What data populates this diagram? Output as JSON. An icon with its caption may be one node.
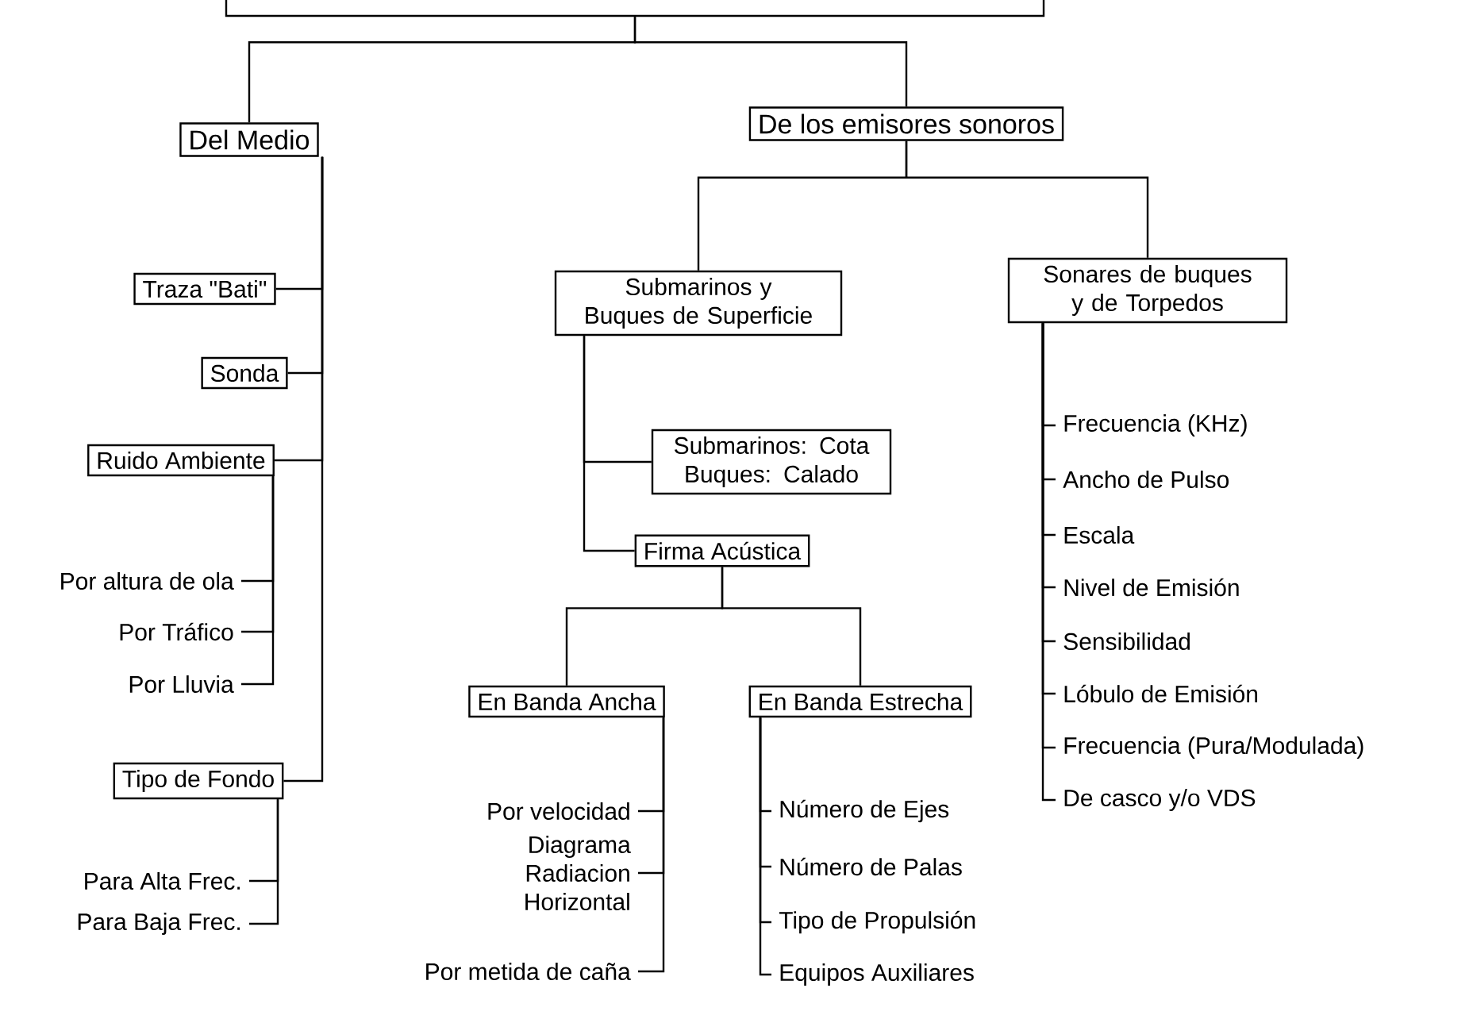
{
  "diagram": {
    "nodes": [
      {
        "text": [],
        "shape": "box"
      },
      {
        "text": [
          "Del Medio"
        ]
      },
      {
        "text": [
          "De los emisores sonoros"
        ]
      },
      {
        "text": [
          "Traza \"Bati\""
        ]
      },
      {
        "text": [
          "Sonda"
        ]
      },
      {
        "text": [
          "Ruido Ambiente"
        ]
      },
      {
        "text": [
          "Por altura de ola"
        ]
      },
      {
        "text": [
          "Por Tráfico"
        ]
      },
      {
        "text": [
          "Por Lluvia"
        ]
      },
      {
        "text": [
          "Tipo de Fondo"
        ]
      },
      {
        "text": [
          "Para Alta Frec."
        ]
      },
      {
        "text": [
          "Para Baja Frec."
        ]
      },
      {
        "text": [
          "Submarinos y Buques de Superficie"
        ]
      },
      {
        "text": [
          "Sonares de buques y de Torpedos"
        ]
      },
      {
        "text": [
          "Submarinos: Cota Buques: Calado"
        ]
      },
      {
        "text": [
          "Firma Acústica"
        ]
      },
      {
        "text": [
          "En Banda Ancha"
        ]
      },
      {
        "text": [
          "En Banda Estrecha"
        ]
      },
      {
        "text": [
          "Por velocidad"
        ]
      },
      {
        "text": [
          "Diagrama Radiacion Horizontal"
        ]
      },
      {
        "text": [
          "Por metida de caña"
        ]
      },
      {
        "text": [
          "Número de Ejes"
        ]
      },
      {
        "text": [
          "Número de Palas"
        ]
      },
      {
        "text": [
          "Tipo de Propulsión"
        ]
      },
      {
        "text": [
          "Equipos Auxiliares"
        ]
      },
      {
        "text": [
          "Frecuencia (KHz)"
        ]
      },
      {
        "text": [
          "Ancho de Pulso"
        ]
      },
      {
        "text": [
          "Escala"
        ]
      },
      {
        "text": [
          "Nivel de Emisión"
        ]
      },
      {
        "text": [
          "Sensibilidad"
        ]
      },
      {
        "text": [
          "Lóbulo de Emisión"
        ]
      },
      {
        "text": [
          "Frecuencia (Pura/Modulada)"
        ]
      },
      {
        "text": [
          "De casco y/o VDS"
        ]
      }
    ],
    "edges": [
      {
        "from": 0,
        "to": 1,
        "arrow": "none"
      },
      {
        "from": 0,
        "to": 2,
        "arrow": "none"
      },
      {
        "from": 1,
        "to": 3,
        "arrow": "none"
      },
      {
        "from": 1,
        "to": 4,
        "arrow": "none"
      },
      {
        "from": 1,
        "to": 5,
        "arrow": "none"
      },
      {
        "from": 1,
        "to": 9,
        "arrow": "none"
      },
      {
        "from": 5,
        "to": 6,
        "arrow": "none"
      },
      {
        "from": 5,
        "to": 7,
        "arrow": "none"
      },
      {
        "from": 5,
        "to": 8,
        "arrow": "none"
      },
      {
        "from": 9,
        "to": 10,
        "arrow": "none"
      },
      {
        "from": 9,
        "to": 11,
        "arrow": "none"
      },
      {
        "from": 2,
        "to": 12,
        "arrow": "none"
      },
      {
        "from": 2,
        "to": 13,
        "arrow": "none"
      },
      {
        "from": 12,
        "to": 14,
        "arrow": "none"
      },
      {
        "from": 12,
        "to": 15,
        "arrow": "none"
      },
      {
        "from": 15,
        "to": 16,
        "arrow": "none"
      },
      {
        "from": 15,
        "to": 17,
        "arrow": "none"
      },
      {
        "from": 16,
        "to": 18,
        "arrow": "none"
      },
      {
        "from": 16,
        "to": 19,
        "arrow": "none"
      },
      {
        "from": 16,
        "to": 20,
        "arrow": "none"
      },
      {
        "from": 17,
        "to": 21,
        "arrow": "none"
      },
      {
        "from": 17,
        "to": 22,
        "arrow": "none"
      },
      {
        "from": 17,
        "to": 23,
        "arrow": "none"
      },
      {
        "from": 17,
        "to": 24,
        "arrow": "none"
      },
      {
        "from": 13,
        "to": 25,
        "arrow": "none"
      },
      {
        "from": 13,
        "to": 26,
        "arrow": "none"
      },
      {
        "from": 13,
        "to": 27,
        "arrow": "none"
      },
      {
        "from": 13,
        "to": 28,
        "arrow": "none"
      },
      {
        "from": 13,
        "to": 29,
        "arrow": "none"
      },
      {
        "from": 13,
        "to": 30,
        "arrow": "none"
      },
      {
        "from": 13,
        "to": 31,
        "arrow": "none"
      },
      {
        "from": 13,
        "to": 32,
        "arrow": "none"
      }
    ]
  }
}
